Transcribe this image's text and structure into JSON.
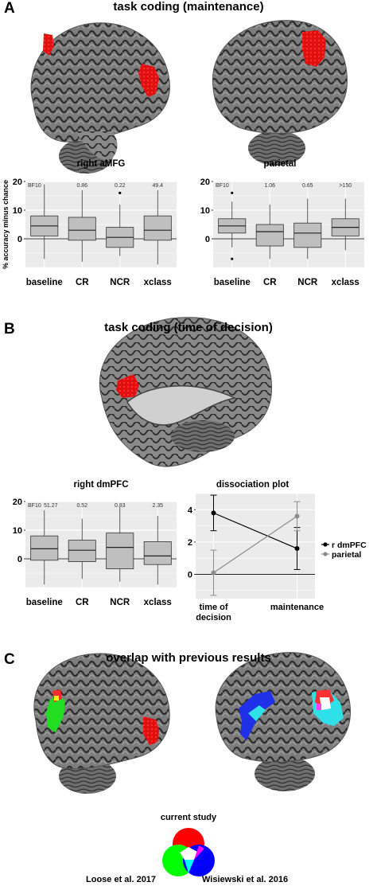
{
  "panels": {
    "a": {
      "letter": "A",
      "title": "task coding (maintenance)"
    },
    "b": {
      "letter": "B",
      "title": "task coding (time of decision)"
    },
    "c": {
      "letter": "C",
      "title": "overlap with previous results"
    }
  },
  "shared": {
    "ylabel": "% accuracy minus chance",
    "bf_label": "BF10",
    "categories": [
      "baseline",
      "CR",
      "NCR",
      "xclass"
    ]
  },
  "venn": {
    "top_label": "current study",
    "left_label": "Loose et al. 2017",
    "right_label": "Wisiewski et al. 2016"
  },
  "legend": {
    "series": [
      {
        "name": "r dmPFC",
        "color": "#000000"
      },
      {
        "name": "parietal",
        "color": "#8c8c8c"
      }
    ]
  },
  "chart_data": [
    {
      "id": "right-amfg",
      "type": "box",
      "title": "right aMFG",
      "categories": [
        "baseline",
        "CR",
        "NCR",
        "xclass"
      ],
      "bf": [
        "",
        "0.86",
        "0.22",
        "49.4"
      ],
      "boxes": [
        {
          "min": -7,
          "q1": 1,
          "median": 4.5,
          "q3": 8,
          "max": 19
        },
        {
          "min": -8,
          "q1": -0.5,
          "median": 3,
          "q3": 7.5,
          "max": 17
        },
        {
          "min": -6,
          "q1": -3,
          "median": 0.5,
          "q3": 4,
          "max": 12
        },
        {
          "min": -9,
          "q1": -0.5,
          "median": 3,
          "q3": 8,
          "max": 17
        }
      ],
      "outliers": [
        {
          "category": "NCR",
          "value": 16
        }
      ],
      "ylim": [
        -10,
        20
      ],
      "yticks": [
        0,
        10,
        20
      ]
    },
    {
      "id": "parietal",
      "type": "box",
      "title": "parietal",
      "categories": [
        "baseline",
        "CR",
        "NCR",
        "xclass"
      ],
      "bf": [
        "",
        "1.06",
        "0.65",
        ">150"
      ],
      "boxes": [
        {
          "min": -3,
          "q1": 2,
          "median": 4.5,
          "q3": 7,
          "max": 13
        },
        {
          "min": -7,
          "q1": -2.5,
          "median": 2.5,
          "q3": 5,
          "max": 12
        },
        {
          "min": -7,
          "q1": -3,
          "median": 2,
          "q3": 5.5,
          "max": 14
        },
        {
          "min": -4,
          "q1": 1,
          "median": 4,
          "q3": 7,
          "max": 14
        }
      ],
      "outliers": [
        {
          "category": "baseline",
          "value": 16
        },
        {
          "category": "baseline",
          "value": -7
        }
      ],
      "ylim": [
        -10,
        20
      ],
      "yticks": [
        0,
        10,
        20
      ]
    },
    {
      "id": "right-dmpfc",
      "type": "box",
      "title": "right dmPFC",
      "categories": [
        "baseline",
        "CR",
        "NCR",
        "xclass"
      ],
      "bf": [
        "51.27",
        "0.52",
        "0.83",
        "2.35"
      ],
      "boxes": [
        {
          "min": -9,
          "q1": -0.5,
          "median": 3.5,
          "q3": 8,
          "max": 17
        },
        {
          "min": -7,
          "q1": -1,
          "median": 3,
          "q3": 6.5,
          "max": 14
        },
        {
          "min": -8,
          "q1": -3.5,
          "median": 4,
          "q3": 9,
          "max": 18
        },
        {
          "min": -9,
          "q1": -2,
          "median": 1,
          "q3": 6,
          "max": 15
        }
      ],
      "outliers": [],
      "ylim": [
        -10,
        20
      ],
      "yticks": [
        0,
        10,
        20
      ]
    },
    {
      "id": "dissociation-plot",
      "type": "line",
      "title": "dissociation plot",
      "categories": [
        "time of decision",
        "maintenance"
      ],
      "series": [
        {
          "name": "r dmPFC",
          "values": [
            3.8,
            1.6
          ],
          "err": [
            1.1,
            1.3
          ]
        },
        {
          "name": "parietal",
          "values": [
            0.1,
            3.6
          ],
          "err": [
            1.4,
            0.9
          ]
        }
      ],
      "ylim": [
        -1.5,
        5.0
      ],
      "yticks": [
        0,
        2,
        4
      ]
    }
  ]
}
